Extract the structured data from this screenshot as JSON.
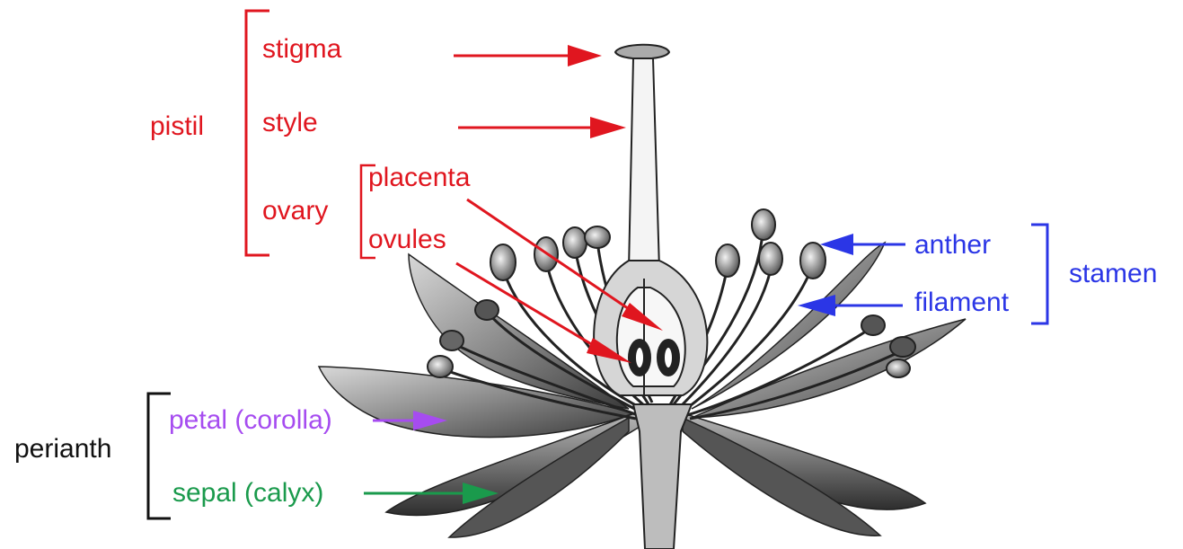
{
  "labels": {
    "pistil": "pistil",
    "stigma": "stigma",
    "style": "style",
    "ovary": "ovary",
    "placenta": "placenta",
    "ovules": "ovules",
    "anther": "anther",
    "filament": "filament",
    "stamen": "stamen",
    "petal": "petal (corolla)",
    "sepal": "sepal (calyx)",
    "perianth": "perianth"
  },
  "colors": {
    "pistil_parts": "#e0161f",
    "stamen_parts": "#2b36e6",
    "petal": "#a64cf0",
    "sepal": "#1a9a4c",
    "perianth": "#111111",
    "drawing_ink": "#2a2a2a",
    "drawing_shade": "#9a9a9a"
  },
  "illustration": {
    "subject": "flower-longitudinal-section",
    "icon": "flower-cross-section-drawing"
  }
}
